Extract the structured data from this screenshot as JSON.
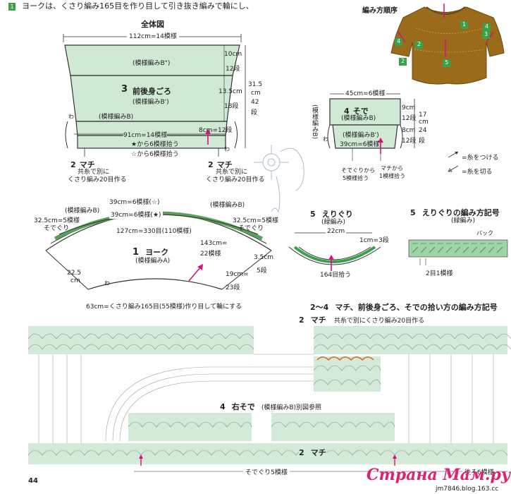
{
  "header": {
    "bullet": "1",
    "text": "ヨークは、くさり編み165目を作り目して引き抜き編みで輪にし、"
  },
  "colors": {
    "fill_green": "#cfe9d4",
    "fill_green_dark": "#9fd3a8",
    "line_dark": "#333333",
    "arrow_pink": "#d8107a",
    "sweater_brown": "#9a6b1a",
    "marker_green": "#3aa04a",
    "yoke_band": "#5aa05a"
  },
  "order_diagram": {
    "title": "編み方順序",
    "markers": [
      "1",
      "2",
      "3",
      "4",
      "4",
      "2",
      "5"
    ]
  },
  "overall": {
    "title": "全体図",
    "top_width": "112cm=14模様",
    "pattern_b2": "(模様編みB\")",
    "pattern_b1": "(模様編みB')",
    "pattern_b": "(模様編みB)",
    "section_num": "3",
    "section_name": "前後身ごろ",
    "dim_10": "10cm",
    "rows_12a": "12段",
    "dim_135": "13.5cm",
    "rows_18": "18段",
    "dim_315": "31.5",
    "dim_cm": "cm",
    "rows_42": "42",
    "rows_dan": "段",
    "dim_91": "91cm=14模様",
    "dim_8": "8cm=12段",
    "pickup_star6": "★から6模様拾う",
    "pickup_star6b": "☆から6模様拾う",
    "wa": "わ"
  },
  "machi_left": {
    "num": "2",
    "name": "マチ",
    "line1": "共糸で別に",
    "line2": "くさり編み20目作る"
  },
  "machi_right": {
    "num": "2",
    "name": "マチ",
    "line1": "共糸で別に",
    "line2": "くさり編み20目作る"
  },
  "sleeve": {
    "num": "4",
    "name": "そで",
    "top": "45cm=6模様",
    "pattern_b": "(模様編みB)",
    "pattern_b1": "(模様編みB')",
    "bottom": "39cm=6模様",
    "d9": "9cm",
    "r12": "12段",
    "d8": "8cm",
    "r12b": "12段",
    "r17": "17",
    "cm": "cm",
    "r24": "24",
    "dan": "段",
    "pick1": "そでぐりから",
    "pick1b": "5模様拾う",
    "pick2": "マチから",
    "pick2b": "1模様拾う",
    "wa": "わ"
  },
  "legend": {
    "attach": "=糸をつける",
    "cut": "=糸を切る"
  },
  "yoke": {
    "num": "1",
    "name": "ヨーク",
    "pattern": "(模様編みA)",
    "d39a": "39cm=6模様(☆)",
    "d39b": "39cm=6模様(★)",
    "d325l": "32.5cm=5模様",
    "sodeguri_l": "そでぐり",
    "d325r": "32.5cm=5模様",
    "sodeguri_r": "そでぐり",
    "d127": "127cm=330目(110模様)",
    "d143": "143cm=",
    "r22": "22模様",
    "d225": "22.5",
    "cm": "cm",
    "d35": "3.5cm",
    "r5": "5段",
    "d19": "19cm=",
    "r23": "23段",
    "cast_on": "63cm=くさり編み165目(55模様)作り目して輪にする",
    "wa": "わ",
    "pattern_b_left": "(模様編みB)",
    "pattern_b_right": "(模様編みB)"
  },
  "collar": {
    "num": "5",
    "name": "えりぐり",
    "pattern": "(緑編み)",
    "d22": "22cm",
    "d1": "1cm=3段",
    "pick": "164目拾う"
  },
  "collar_chart": {
    "num": "5",
    "title": "えりぐりの編み方記号",
    "pattern": "(緑編み)",
    "back": "バック",
    "pick": "2目1模様"
  },
  "pickup_chart": {
    "num": "2〜4",
    "title": "マチ、前後身ごろ、そでの拾い方の編み方記号",
    "machi_num": "2",
    "machi_name": "マチ",
    "machi_note": "共糸で別にくさり編み20目作る",
    "sleeve_num": "4",
    "sleeve_name": "右そで",
    "sleeve_note": "(模様編みB)別図参照",
    "sodeguri": "そでぐり5模様",
    "back": "後ろ6模様"
  },
  "footer": {
    "page": "44",
    "site": "Страна Мам.ру",
    "blog": "jm7846.blog.163.cc"
  }
}
